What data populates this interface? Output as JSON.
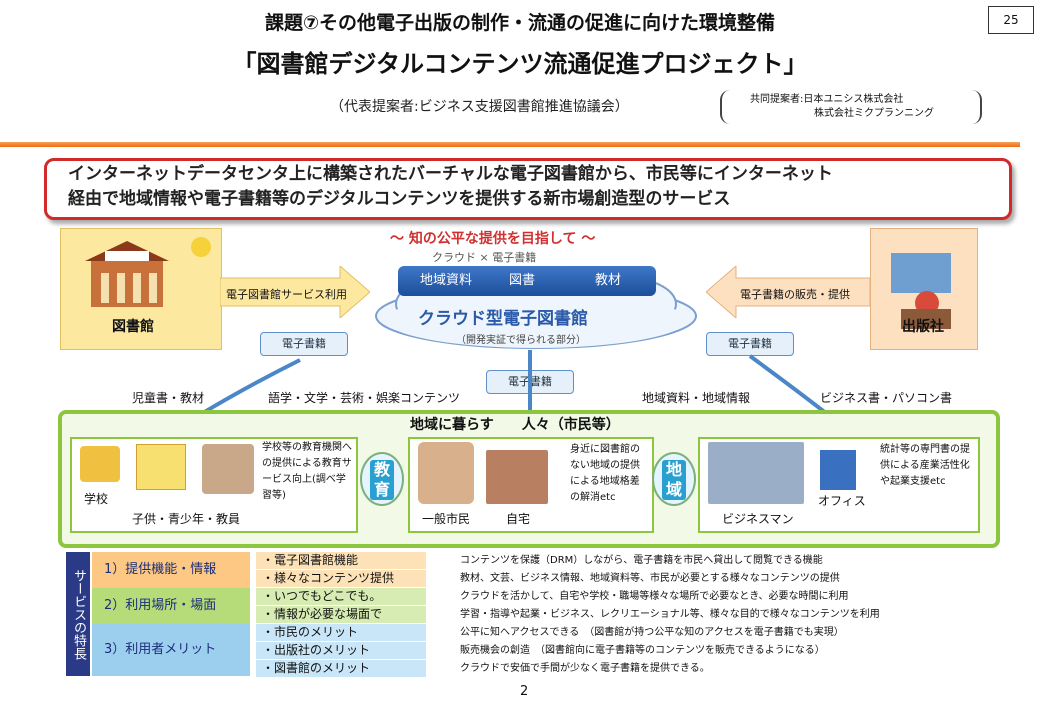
{
  "header": {
    "title": "課題⑦その他電子出版の制作・流通の促進に向けた環境整備",
    "main_title": "「図書館デジタルコンテンツ流通促進プロジェクト」",
    "representative": "（代表提案者:ビジネス支援図書館推進協議会）",
    "co_proposer_label": "共同提案者:日本ユニシス株式会社",
    "co_proposer_2": "株式会社ミクプランニング",
    "page_number": "25"
  },
  "summary": {
    "line1": "インターネットデータセンタ上に構築されたバーチャルな電子図書館から、市民等にインターネット",
    "line2": "経由で地域情報や電子書籍等のデジタルコンテンツを提供する新市場創造型のサービス"
  },
  "diagram": {
    "subtitle": "～ 知の公平な提供を目指して ～",
    "cloud_top": "クラウド × 電子書籍",
    "cylinders": [
      "地域資料",
      "図書",
      "教材"
    ],
    "cloud_main": "クラウド型電子図書館",
    "cloud_sub": "（開発実証で得られる部分）",
    "library": "図書館",
    "library_arrow": "電子図書館サービス利用",
    "publisher": "出版社",
    "publisher_arrow": "電子書籍の販売・提供",
    "ebook": "電子書籍",
    "categories": [
      "児童書・教材",
      "語学・文学・芸術・娯楽コンテンツ",
      "地域資料・地域情報",
      "ビジネス書・パソコン書"
    ],
    "green_title": "地域に暮らす　　人々（市民等）",
    "school_label": "学校",
    "school_desc": "学校等の教育機関への提供による教育サービス向上(調べ学習等)",
    "school_people": "子供・青少年・教員",
    "education": "教育",
    "citizen": "一般市民",
    "home": "自宅",
    "home_desc": "身近に図書館のない地域の提供による地域格差の解消etc",
    "region": "地域",
    "business_person": "ビジネスマン",
    "office": "オフィス",
    "office_desc": "統計等の専門書の提供による産業活性化や起業支援etc"
  },
  "services": {
    "side_label": "サービスの特長",
    "rows": [
      {
        "label": "1）提供機能・情報",
        "items": [
          "・電子図書館機能",
          "・様々なコンテンツ提供"
        ]
      },
      {
        "label": "2）利用場所・場面",
        "items": [
          "・いつでもどこでも。",
          "・情報が必要な場面で"
        ]
      },
      {
        "label": "3）利用者メリット",
        "items": [
          "・市民のメリット",
          "・出版社のメリット",
          "・図書館のメリット"
        ]
      }
    ],
    "desc": [
      "コンテンツを保護（DRM）しながら、電子書籍を市民へ貸出して閲覧できる機能",
      "教材、文芸、ビジネス情報、地域資料等、市民が必要とする様々なコンテンツの提供",
      "クラウドを活かして、自宅や学校・職場等様々な場所で必要なとき、必要な時間に利用",
      "学習・指導や起業・ビジネス、レクリエーショナル等、様々な目的で様々なコンテンツを利用",
      "公平に知へアクセスできる　（図書館が持つ公平な知のアクセスを電子書籍でも実現）",
      "販売機会の創造　（図書館向に電子書籍等のコンテンツを販売できるようになる）",
      "クラウドで安価で手間が少なく電子書籍を提供できる。"
    ]
  },
  "footer": {
    "page": "2"
  }
}
